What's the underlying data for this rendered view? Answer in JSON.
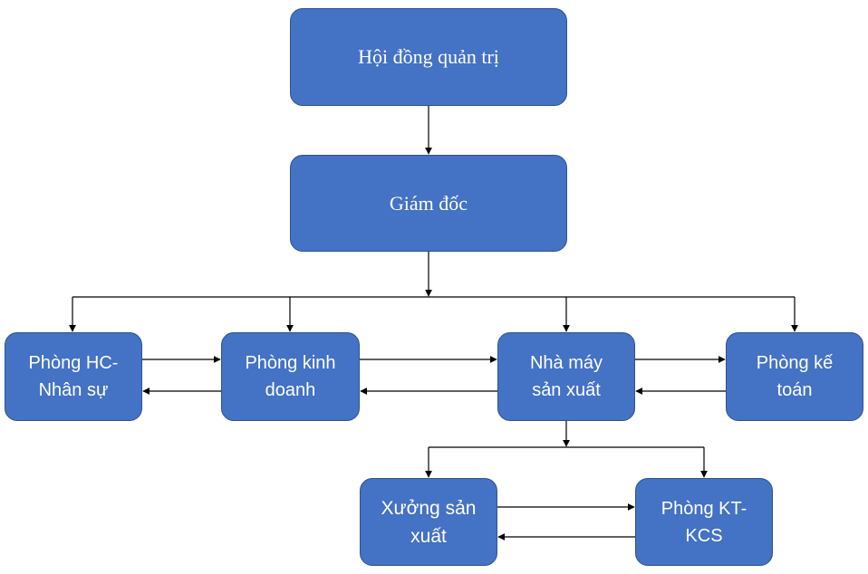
{
  "diagram": {
    "type": "org-chart",
    "colors": {
      "box_fill": "#4472c4",
      "box_border": "#2f528f",
      "text": "#ffffff",
      "line": "#000000"
    },
    "nodes": {
      "hoi_dong_quan_tri": "Hội đồng quản trị",
      "giam_doc": "Giám đốc",
      "phong_hc_nhan_su": [
        "Phòng HC-",
        "Nhân sự"
      ],
      "phong_kinh_doanh": [
        "Phòng kinh",
        "doanh"
      ],
      "nha_may_san_xuat": [
        "Nhà máy",
        "sản xuất"
      ],
      "phong_ke_toan": [
        "Phòng kế",
        "toán"
      ],
      "xuong_san_xuat": [
        "Xưởng sản",
        "xuất"
      ],
      "phong_kt_kcs": [
        "Phòng KT-",
        "KCS"
      ]
    },
    "edges": [
      {
        "from": "hoi_dong_quan_tri",
        "to": "giam_doc"
      },
      {
        "from": "giam_doc",
        "to": "phong_hc_nhan_su"
      },
      {
        "from": "giam_doc",
        "to": "phong_kinh_doanh"
      },
      {
        "from": "giam_doc",
        "to": "nha_may_san_xuat"
      },
      {
        "from": "giam_doc",
        "to": "phong_ke_toan"
      },
      {
        "from": "phong_hc_nhan_su",
        "to": "phong_kinh_doanh"
      },
      {
        "from": "phong_kinh_doanh",
        "to": "phong_hc_nhan_su"
      },
      {
        "from": "phong_kinh_doanh",
        "to": "nha_may_san_xuat"
      },
      {
        "from": "nha_may_san_xuat",
        "to": "phong_kinh_doanh"
      },
      {
        "from": "nha_may_san_xuat",
        "to": "phong_ke_toan"
      },
      {
        "from": "phong_ke_toan",
        "to": "nha_may_san_xuat"
      },
      {
        "from": "nha_may_san_xuat",
        "to": "xuong_san_xuat"
      },
      {
        "from": "nha_may_san_xuat",
        "to": "phong_kt_kcs"
      },
      {
        "from": "xuong_san_xuat",
        "to": "phong_kt_kcs"
      },
      {
        "from": "phong_kt_kcs",
        "to": "xuong_san_xuat"
      }
    ]
  }
}
